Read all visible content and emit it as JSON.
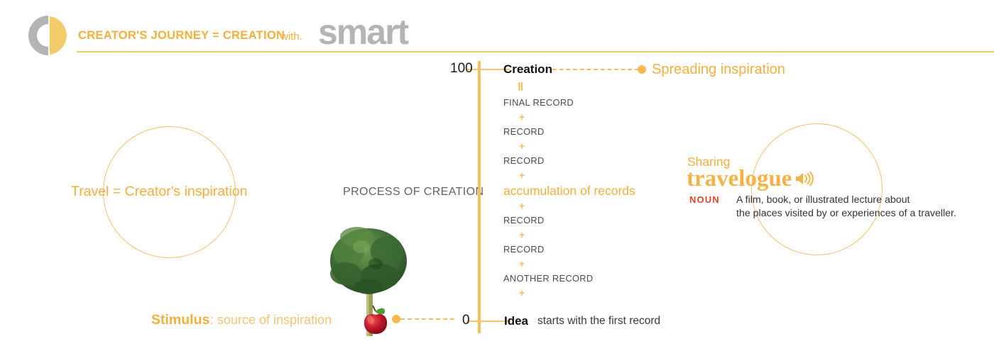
{
  "header": {
    "logo_icon": "creator-c-play-logo",
    "title": "CREATOR'S JOURNEY = CREATION",
    "with_text": "with.",
    "brand": "smart",
    "rule_color": "#F7C86A"
  },
  "left": {
    "circle_icon": "circle-outline",
    "travel_label": "Travel = Creator's inspiration"
  },
  "center": {
    "process_label": "PROCESS OF CREATION",
    "tree_icon": "tree-photo",
    "apple_icon": "red-apple-photo",
    "stimulus_strong": "Stimulus",
    "stimulus_rest": ": source of inspiration",
    "connector_dot_icon": "connector-dot",
    "connector_dash_icon": "dashed-connector-line"
  },
  "axis": {
    "top_value": "100",
    "bottom_value": "0",
    "line_color": "#F9BE54",
    "tick_color": "#F7C86A"
  },
  "creation": {
    "label": "Creation",
    "dash_icon": "dashed-connector-line",
    "dot_icon": "connector-dot",
    "spreading_label": "Spreading inspiration"
  },
  "stack": [
    {
      "kind": "eq",
      "text": "‖"
    },
    {
      "kind": "record",
      "text": "FINAL RECORD"
    },
    {
      "kind": "plus",
      "text": "+"
    },
    {
      "kind": "record",
      "text": "RECORD"
    },
    {
      "kind": "plus",
      "text": "+"
    },
    {
      "kind": "record",
      "text": "RECORD"
    },
    {
      "kind": "plus",
      "text": "+"
    },
    {
      "kind": "accum",
      "text": "accumulation of records"
    },
    {
      "kind": "plus",
      "text": "+"
    },
    {
      "kind": "record",
      "text": "RECORD"
    },
    {
      "kind": "plus",
      "text": "+"
    },
    {
      "kind": "record",
      "text": "RECORD"
    },
    {
      "kind": "plus",
      "text": "+"
    },
    {
      "kind": "record",
      "text": "ANOTHER RECORD"
    },
    {
      "kind": "plus",
      "text": "+"
    }
  ],
  "idea": {
    "label": "Idea",
    "sub": "starts with the first record"
  },
  "dictionary": {
    "sharing": "Sharing",
    "word": "travelogue",
    "speaker_icon": "speaker-audio-icon",
    "part_of_speech": "NOUN",
    "definition": "A film, book, or illustrated lecture about\nthe places visited by or experiences of a traveller.",
    "circle_icon": "circle-outline"
  },
  "colors": {
    "accent_orange": "#F5AE3E",
    "light_orange": "#F7C86A",
    "axis_orange": "#F9BE54",
    "brand_gray": "#B4B4B4",
    "pos_red": "#E2442B"
  }
}
